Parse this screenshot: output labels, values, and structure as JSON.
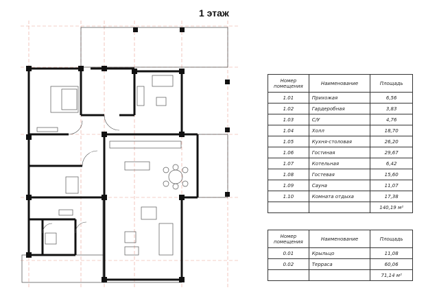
{
  "title": "1 этаж",
  "table1": {
    "headers": [
      "Номер помещения",
      "Наименование",
      "Площадь"
    ],
    "rows": [
      {
        "num": "1.01",
        "name": "Прихожая",
        "area": "6,56"
      },
      {
        "num": "1.02",
        "name": "Гардеробная",
        "area": "3,83"
      },
      {
        "num": "1.03",
        "name": "С/У",
        "area": "4,76"
      },
      {
        "num": "1.04",
        "name": "Холл",
        "area": "18,70"
      },
      {
        "num": "1.05",
        "name": "Кухня-столовая",
        "area": "26,20"
      },
      {
        "num": "1.06",
        "name": "Гостиная",
        "area": "29,67"
      },
      {
        "num": "1.07",
        "name": "Котельная",
        "area": "6,42"
      },
      {
        "num": "1.08",
        "name": "Гостевая",
        "area": "15,60"
      },
      {
        "num": "1.09",
        "name": "Сауна",
        "area": "11,07"
      },
      {
        "num": "1.10",
        "name": "Комната отдыха",
        "area": "17,38"
      }
    ],
    "total": "140,19 м²"
  },
  "table2": {
    "headers": [
      "Номер помещения",
      "Наименование",
      "Площадь"
    ],
    "rows": [
      {
        "num": "0.01",
        "name": "Крыльцо",
        "area": "11,08"
      },
      {
        "num": "0.02",
        "name": "Терраса",
        "area": "60,06"
      }
    ],
    "total": "71,14 м²"
  },
  "colors": {
    "wall": "#111111",
    "axis": "#e8a090",
    "furniture": "#555555"
  }
}
